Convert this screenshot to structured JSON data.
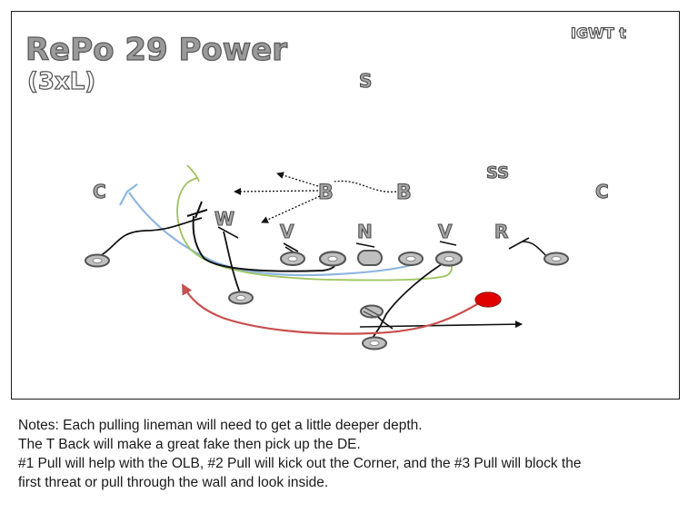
{
  "title": "RePo 29 Power",
  "subtitle": "(3xL)",
  "tag": "IGWT t",
  "defense": {
    "safety": "S",
    "strong_safety": "SS",
    "corner_left": "C",
    "corner_right": "C",
    "backer_left": "B",
    "backer_right": "B",
    "will": "W",
    "tackle_left": "V",
    "nose": "N",
    "tackle_right": "V",
    "rover": "R"
  },
  "colors": {
    "line_black": "#111111",
    "route_blue": "#8fb6e0",
    "route_green": "#9dc35e",
    "route_red": "#c8504f",
    "ball_red": "#e00000",
    "player_fill": "#bfbfbf",
    "player_stroke": "#555555"
  },
  "notes": [
    "Notes: Each pulling lineman will need to get a little deeper depth.",
    "The T Back will make a great fake then pick up the DE.",
    "#1 Pull will help with the OLB, #2 Pull will kick out the Corner, and the #3 Pull will block the",
    "first threat or pull through the wall and look inside."
  ]
}
